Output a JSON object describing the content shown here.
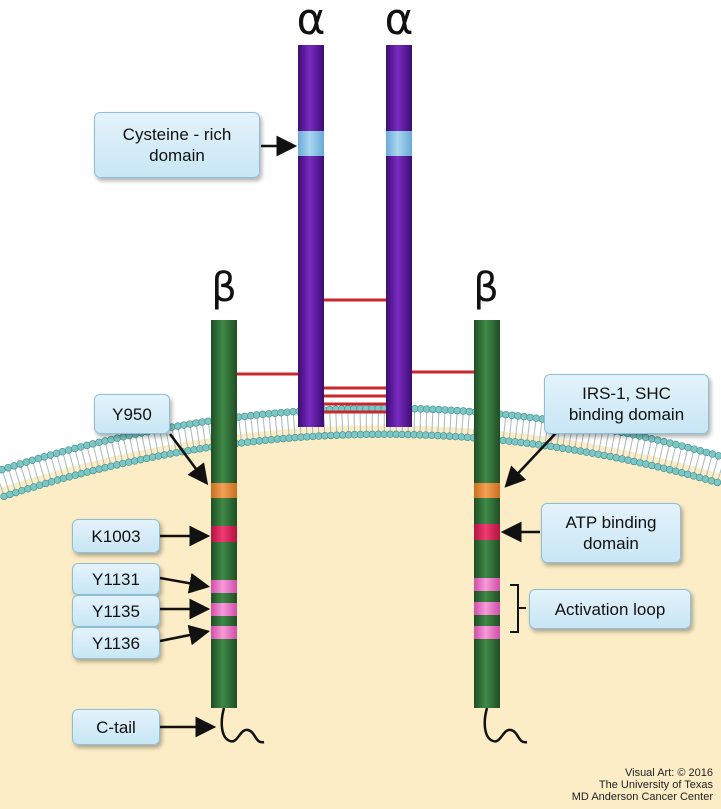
{
  "subunit_labels": {
    "alpha_left": "α",
    "alpha_right": "α",
    "beta_left": "β",
    "beta_right": "β"
  },
  "callouts": {
    "cysteine_rich_line1": "Cysteine - rich",
    "cysteine_rich_line2": "domain",
    "y950": "Y950",
    "k1003": "K1003",
    "y1131": "Y1131",
    "y1135": "Y1135",
    "y1136": "Y1136",
    "c_tail": "C-tail",
    "irs_shc_line1": "IRS-1, SHC",
    "irs_shc_line2": "binding domain",
    "atp_line1": "ATP binding",
    "atp_line2": "domain",
    "activation_loop": "Activation loop"
  },
  "credit": {
    "line1": "Visual Art: © 2016",
    "line2": "The University of Texas",
    "line3": "MD Anderson Cancer Center"
  },
  "colors": {
    "alpha_chain": "#5a1a9a",
    "beta_chain": "#2e6b35",
    "cysteine_band": "#8fc3e6",
    "juxtamembrane_band": "#e38a3a",
    "atp_band": "#e0245e",
    "tyrosine_band": "#ea6fc6",
    "disulfide_bond": "#c8282c",
    "cytoplasm": "#fcedc6",
    "membrane_head": "#7cc7c6",
    "callout_fill": "#c8e6f5"
  }
}
